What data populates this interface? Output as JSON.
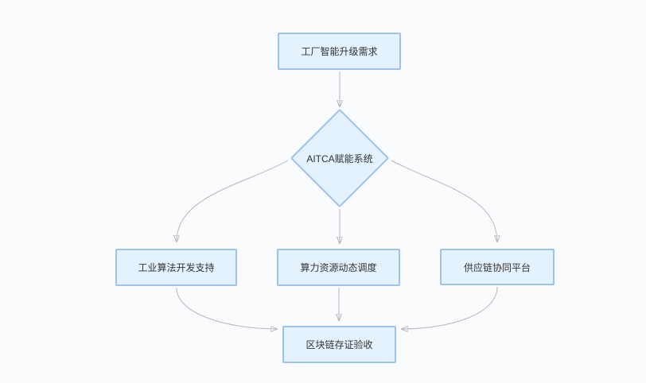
{
  "diagram": {
    "type": "flowchart",
    "canvas_background": "#fafbfd"
  },
  "colors": {
    "node_fill": "#e4f2fd",
    "node_border": "#9cc3ee",
    "connector": "#b3b6ba",
    "arrowhead": "#8c8c8c",
    "text": "#333333",
    "canvas_bg": "#fafbfd"
  },
  "nodes": {
    "start": {
      "label": "工厂智能升级需求",
      "shape": "rect"
    },
    "decision": {
      "label": "AITCA赋能系统",
      "shape": "diamond"
    },
    "left": {
      "label": "工业算法开发支持",
      "shape": "rect"
    },
    "middle": {
      "label": "算力资源动态调度",
      "shape": "rect"
    },
    "right": {
      "label": "供应链协同平台",
      "shape": "rect"
    },
    "end": {
      "label": "区块链存证验收",
      "shape": "rect"
    }
  },
  "edges": [
    {
      "from": "start",
      "to": "decision"
    },
    {
      "from": "decision",
      "to": "left"
    },
    {
      "from": "decision",
      "to": "middle"
    },
    {
      "from": "decision",
      "to": "right"
    },
    {
      "from": "left",
      "to": "end"
    },
    {
      "from": "middle",
      "to": "end"
    },
    {
      "from": "right",
      "to": "end"
    }
  ]
}
